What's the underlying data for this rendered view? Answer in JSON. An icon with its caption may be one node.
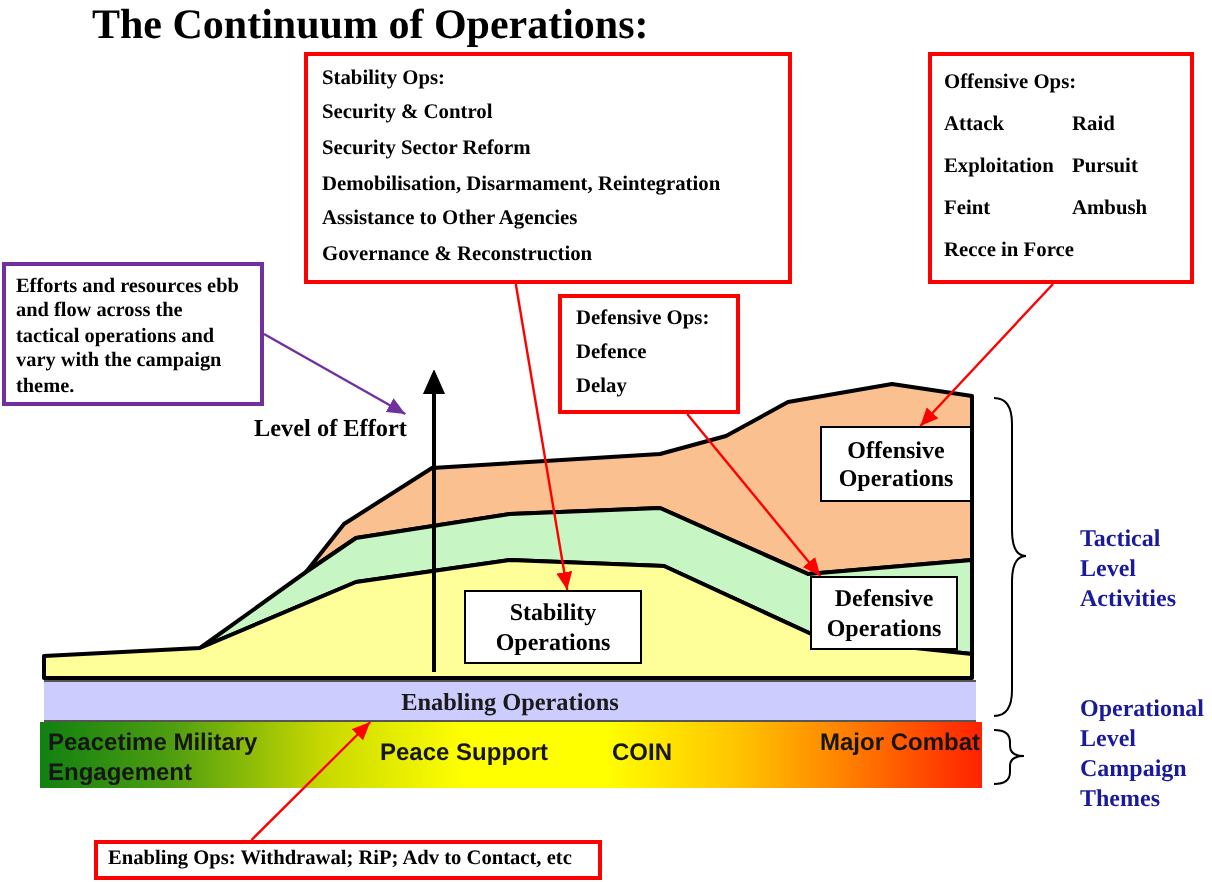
{
  "diagram": {
    "title": "The Continuum of Operations:",
    "nodes": [
      {
        "text": [
          "Stability Ops:",
          "Security & Control",
          "Security Sector Reform",
          "Demobilisation, Disarmament, Reintegration",
          "Assistance to Other Agencies",
          "Governance & Reconstruction"
        ]
      },
      {
        "text": [
          "Offensive Ops:",
          "Attack",
          "Raid",
          "Exploitation",
          "Pursuit",
          "Feint",
          "Ambush",
          "Recce in Force"
        ]
      },
      {
        "text": [
          "Efforts and resources ebb and flow across the tactical operations and vary with the campaign theme."
        ]
      },
      {
        "text": [
          "Defensive Ops:",
          "Defence",
          "Delay"
        ]
      },
      {
        "text": [
          "Level of Effort"
        ]
      },
      {
        "text": [],
        "shape": "band"
      },
      {
        "text": [
          "Offensive Operations"
        ],
        "in": 5
      },
      {
        "text": [],
        "shape": "band"
      },
      {
        "text": [],
        "shape": "band"
      },
      {
        "text": [
          "Stability Operations"
        ],
        "in": 8
      },
      {
        "text": [
          "Defensive Operations"
        ],
        "in": 7
      },
      {
        "text": [
          "Enabling Operations"
        ]
      },
      {
        "text": [
          "Peacetime Military Engagement",
          "Peace Support",
          "COIN",
          "Major Combat"
        ]
      },
      {
        "text": [
          "Enabling Ops: Withdrawal; RiP; Adv to Contact, etc"
        ]
      }
    ],
    "edges": [
      {
        "from": 2,
        "to": 4,
        "arrow": "to",
        "color": "#7030a0"
      },
      {
        "from": 0,
        "to": 9,
        "arrow": "to"
      },
      {
        "from": 3,
        "to": 10,
        "arrow": "to"
      },
      {
        "from": 1,
        "to": 6,
        "arrow": "to"
      },
      {
        "from": 13,
        "to": 11,
        "arrow": "to"
      }
    ],
    "labels": [
      "Tactical Level Activities",
      "Operational Level Campaign Themes"
    ]
  }
}
